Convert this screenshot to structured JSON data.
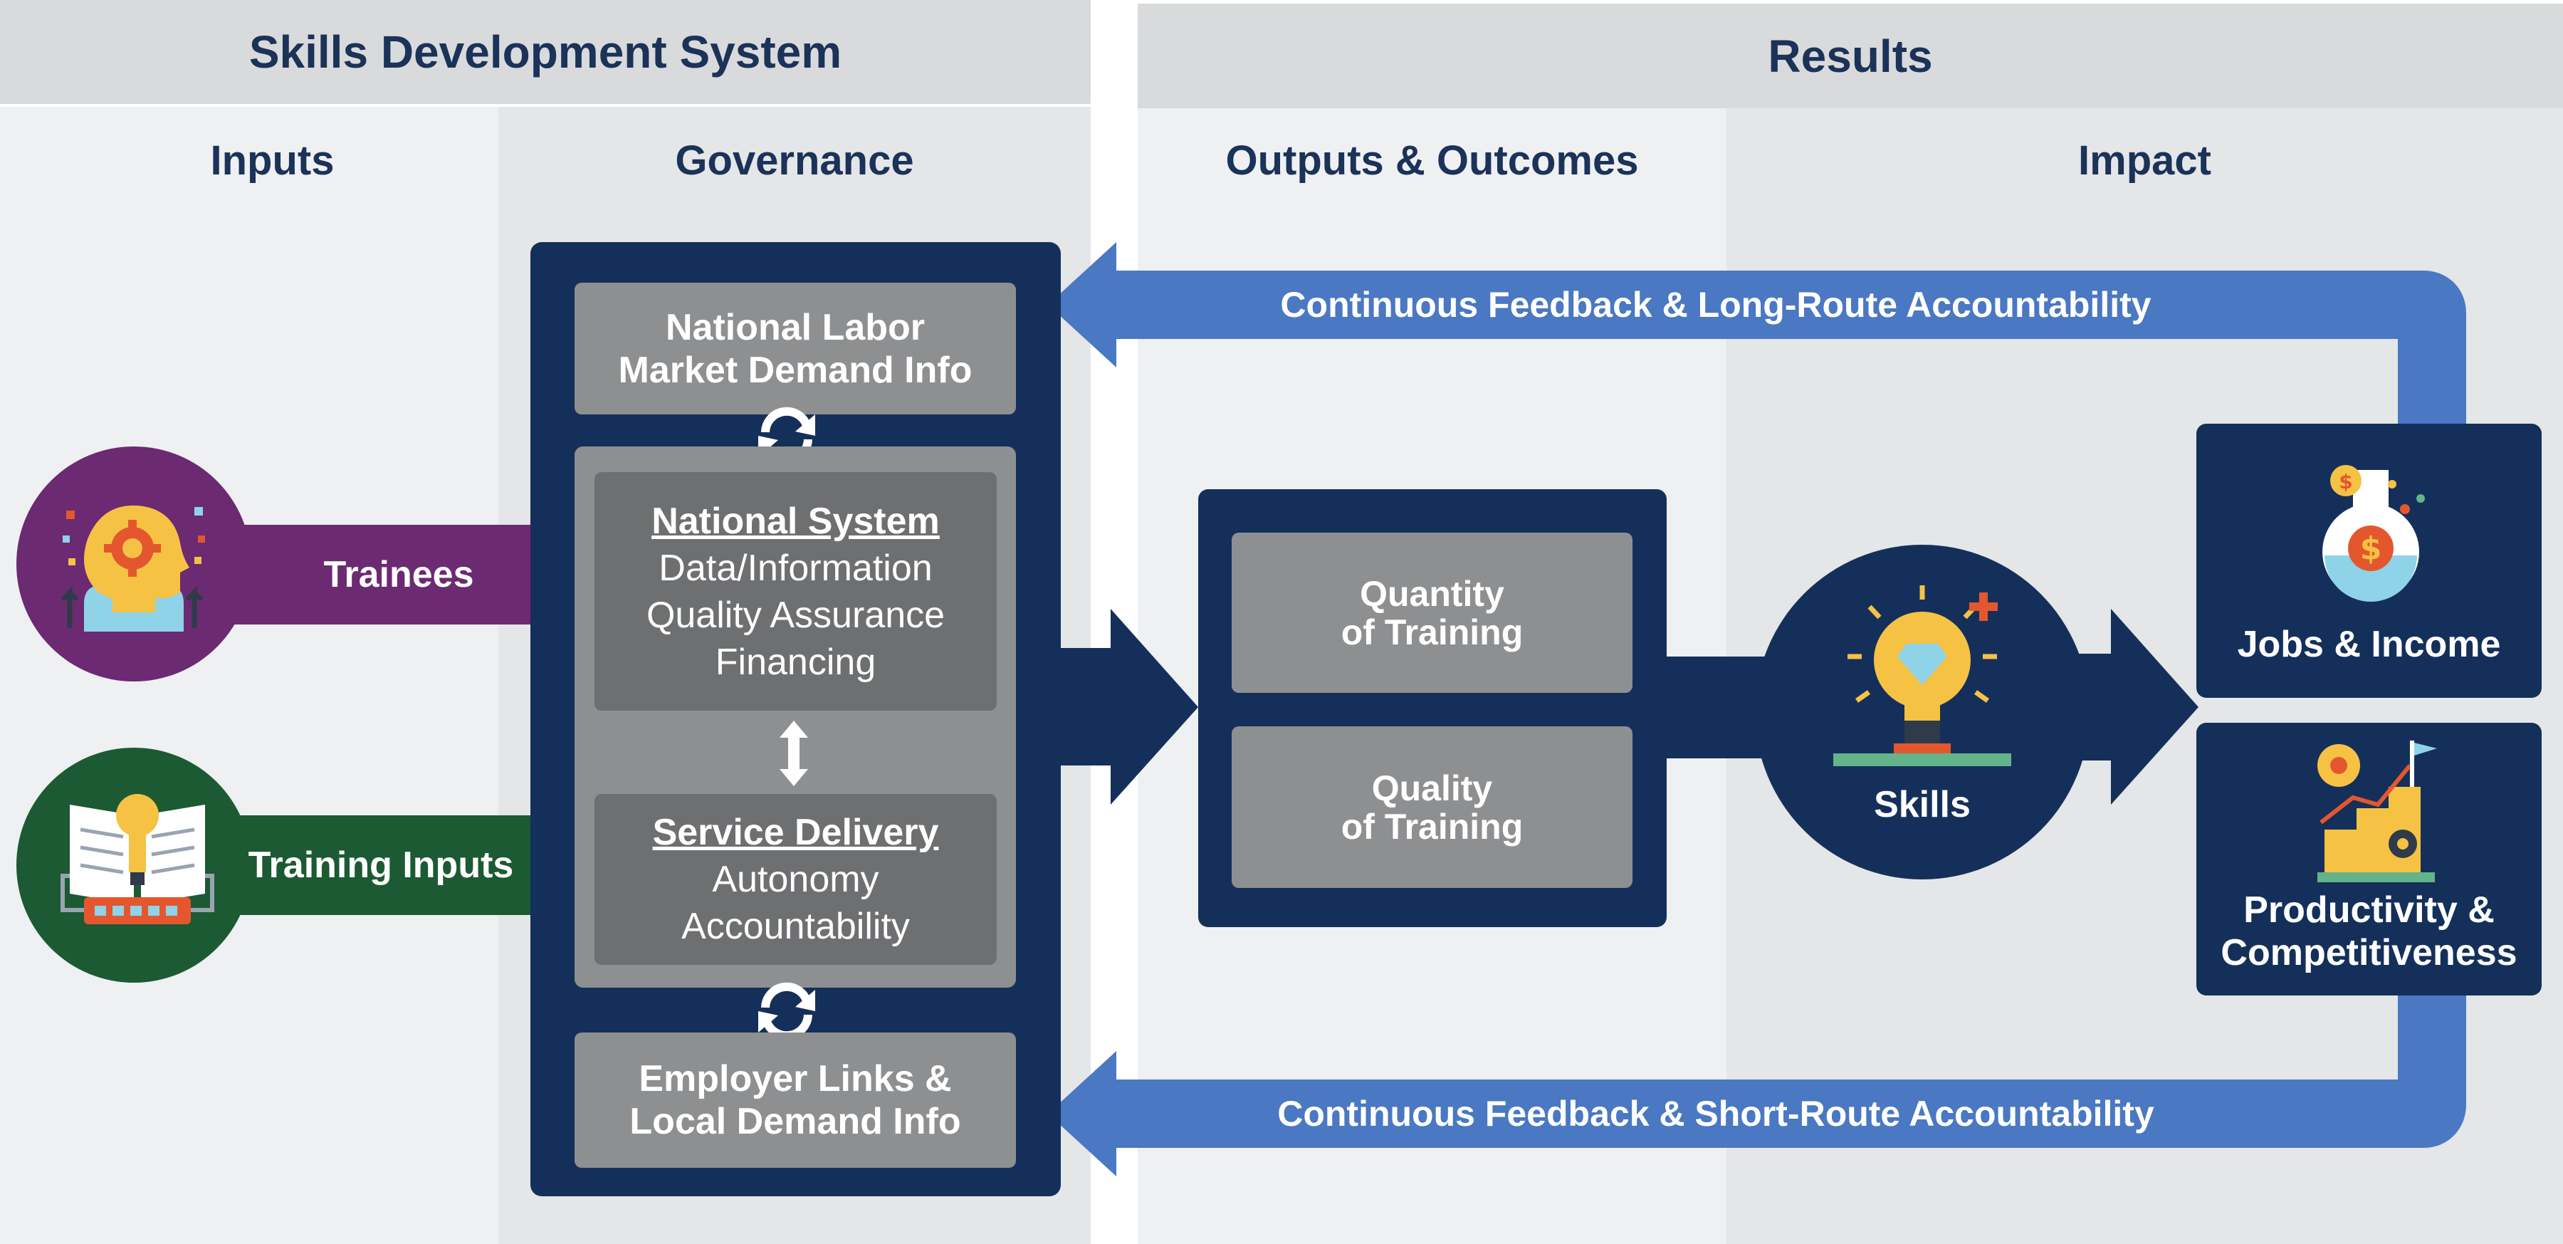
{
  "headers": {
    "left": "Skills Development System",
    "right": "Results"
  },
  "columns": {
    "inputs": "Inputs",
    "governance": "Governance",
    "outputs": "Outputs & Outcomes",
    "impact": "Impact"
  },
  "inputs": {
    "trainees": "Trainees",
    "training_inputs": "Training Inputs"
  },
  "governance": {
    "top_box": [
      "National Labor",
      "Market Demand Info"
    ],
    "national_system": {
      "heading": "National System",
      "items": [
        "Data/Information",
        "Quality Assurance",
        "Financing"
      ]
    },
    "service_delivery": {
      "heading": "Service Delivery",
      "items": [
        "Autonomy",
        "Accountability"
      ]
    },
    "bottom_box": [
      "Employer Links &",
      "Local Demand Info"
    ]
  },
  "outputs": {
    "quantity": [
      "Quantity",
      "of Training"
    ],
    "quality": [
      "Quality",
      "of Training"
    ],
    "skills": "Skills"
  },
  "impact": {
    "jobs": "Jobs & Income",
    "productivity": [
      "Productivity &",
      "Competitiveness"
    ]
  },
  "feedback": {
    "long_route": "Continuous Feedback & Long-Route Accountability",
    "short_route": "Continuous Feedback & Short-Route Accountability"
  },
  "colors": {
    "navy": "#14305a",
    "purple": "#6b2a72",
    "green": "#1c5a33",
    "feedback_blue": "#4a78c2",
    "box_gray": "#8e8f90",
    "inner_gray": "#6e6f70"
  },
  "icons": [
    "head-gear-icon",
    "book-bulb-icon",
    "bulb-diamond-icon",
    "money-flask-icon",
    "growth-stairs-icon",
    "refresh-icon",
    "double-arrow-icon"
  ]
}
